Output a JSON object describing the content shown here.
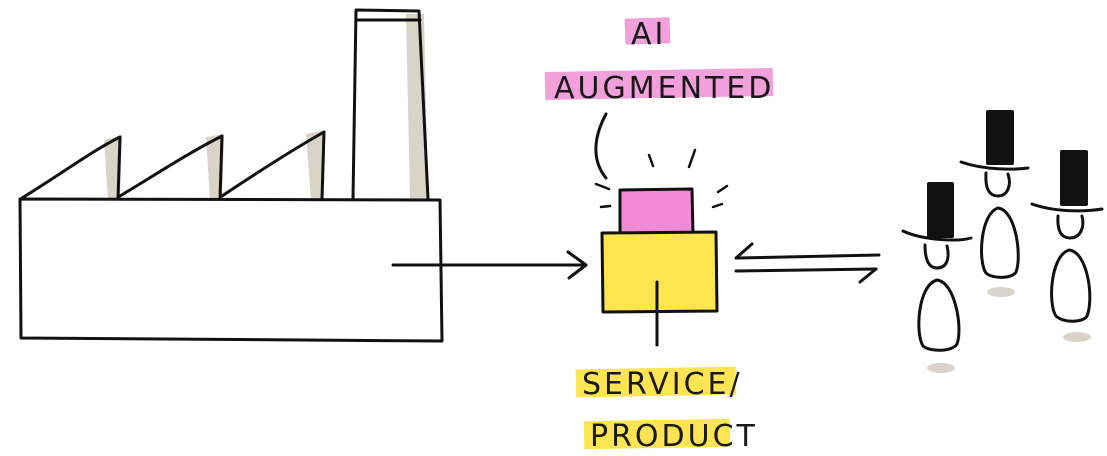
{
  "labels": {
    "ai_line1": "AI",
    "ai_line2": "AUGMENTED",
    "service_line1": "SERVICE/",
    "service_line2": "PRODUCT"
  },
  "colors": {
    "ink": "#111111",
    "pink_highlight": "#f08fd6",
    "yellow_highlight": "#fde34a",
    "pink_block": "#f28bd5",
    "yellow_block": "#fde54f",
    "shadow_grey": "#d9d4c7",
    "hat_black": "#111111"
  },
  "icons": {
    "factory": "factory-icon",
    "ai_light": "ai-light-icon",
    "product_box": "product-box-icon",
    "people": "people-icon"
  }
}
